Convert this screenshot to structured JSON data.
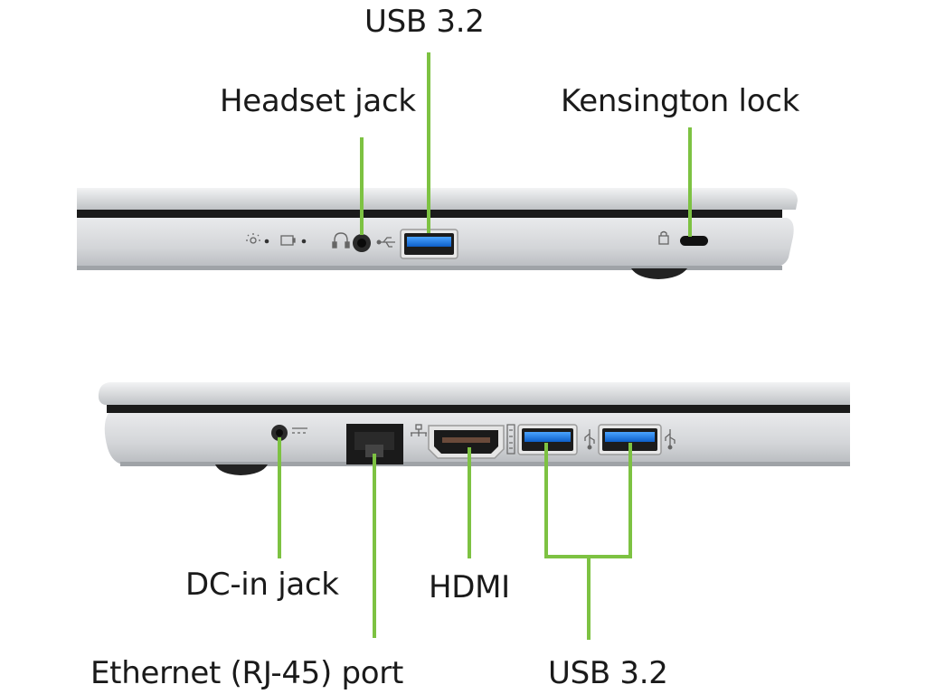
{
  "accent_color": "#7dc242",
  "body_color": "#d4d6d8",
  "top_view": {
    "side": "left",
    "callouts": {
      "usb": "USB 3.2",
      "headset": "Headset jack",
      "lock": "Kensington lock"
    },
    "icons": [
      "power-light-icon",
      "battery-light-icon",
      "headset-icon",
      "usb-symbol-icon",
      "lock-symbol-icon"
    ]
  },
  "bottom_view": {
    "side": "right",
    "callouts": {
      "dc": "DC-in jack",
      "hdmi": "HDMI",
      "ethernet": "Ethernet (RJ-45) port",
      "usb": "USB 3.2"
    },
    "icons": [
      "dc-symbol-icon",
      "network-icon",
      "hdmi-text-icon",
      "usb-symbol-icon"
    ]
  }
}
